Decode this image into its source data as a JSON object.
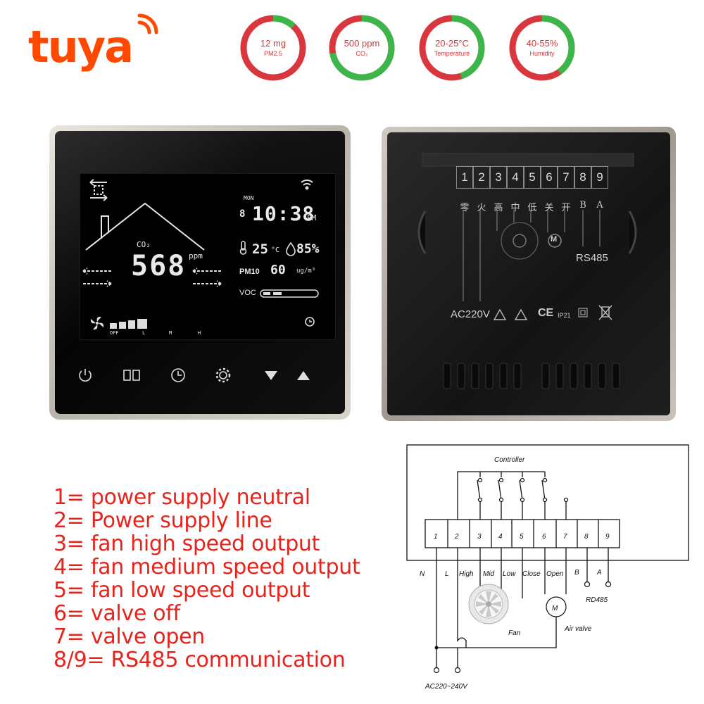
{
  "brand": {
    "logo_text": "tuya",
    "colors": {
      "primary": "#ff4800"
    }
  },
  "gauges": [
    {
      "value": "12 mg",
      "label": "PM2.5",
      "green_fraction": 0.12
    },
    {
      "value": "500 ppm",
      "label": "CO₂",
      "green_fraction": 0.72
    },
    {
      "value": "20-25°C",
      "label": "Temperature",
      "green_fraction": 0.45
    },
    {
      "value": "40-55%",
      "label": "Humidity",
      "green_fraction": 0.4
    }
  ],
  "gauge_colors": {
    "good": "#3cb54a",
    "bad": "#d9363e"
  },
  "front_panel": {
    "day": "MON",
    "day_num": "8",
    "time": "10:38",
    "ampm": "PM",
    "co2_label": "CO₂",
    "co2_value": "568",
    "co2_unit": "ppm",
    "temp": "25",
    "temp_unit": "°C",
    "humidity": "85%",
    "pm10_label": "PM10",
    "pm10_value": "60",
    "pm10_unit": "ug/m³",
    "voc_label": "VOC",
    "fan_labels": [
      "OFF",
      "L",
      "M",
      "H"
    ],
    "buttons": [
      "power-icon",
      "book-icon",
      "clock-icon",
      "gear-icon",
      "down-arrow-icon",
      "up-arrow-icon"
    ]
  },
  "back_panel": {
    "terminals": [
      "1",
      "2",
      "3",
      "4",
      "5",
      "6",
      "7",
      "8",
      "9"
    ],
    "terminal_labels": [
      "零",
      "火",
      "高",
      "中",
      "低",
      "关",
      "开",
      "B",
      "A"
    ],
    "rs485": "RS485",
    "voltage": "AC220V",
    "ce": "CE",
    "ip": "IP21",
    "motor": "M"
  },
  "legend": [
    "1= power supply neutral",
    "2= Power supply line",
    "3= fan high speed output",
    "4= fan medium speed output",
    "5= fan low speed output",
    "6= valve off",
    "7= valve open",
    "8/9= RS485 communication"
  ],
  "wiring": {
    "title": "Controller",
    "terminals": [
      "1",
      "2",
      "3",
      "4",
      "5",
      "6",
      "7",
      "8",
      "9"
    ],
    "labels": [
      "N",
      "L",
      "High",
      "Mid",
      "Low",
      "Close",
      "Open",
      "B",
      "A"
    ],
    "rd485": "RD485",
    "fan": "Fan",
    "motor": "M",
    "air_valve": "Air valve",
    "supply": "AC220~240V"
  }
}
